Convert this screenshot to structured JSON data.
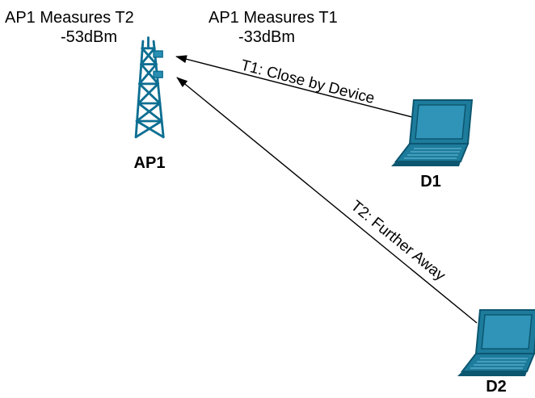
{
  "measurements": {
    "t2": {
      "title": "AP1 Measures T2",
      "value": "-53dBm"
    },
    "t1": {
      "title": "AP1 Measures T1",
      "value": "-33dBm"
    }
  },
  "nodes": {
    "ap": {
      "label": "AP1",
      "icon": "radio-tower-icon"
    },
    "d1": {
      "label": "D1",
      "icon": "laptop-icon"
    },
    "d2": {
      "label": "D2",
      "icon": "laptop-icon"
    }
  },
  "links": {
    "t1": {
      "label": "T1: Close by Device"
    },
    "t2": {
      "label": "T2: Further Away"
    }
  },
  "colors": {
    "device_fill": "#1d7c9c",
    "device_dark": "#0d5670",
    "device_light": "#5fb3cf",
    "line": "#000000",
    "background": "#ffffff"
  }
}
